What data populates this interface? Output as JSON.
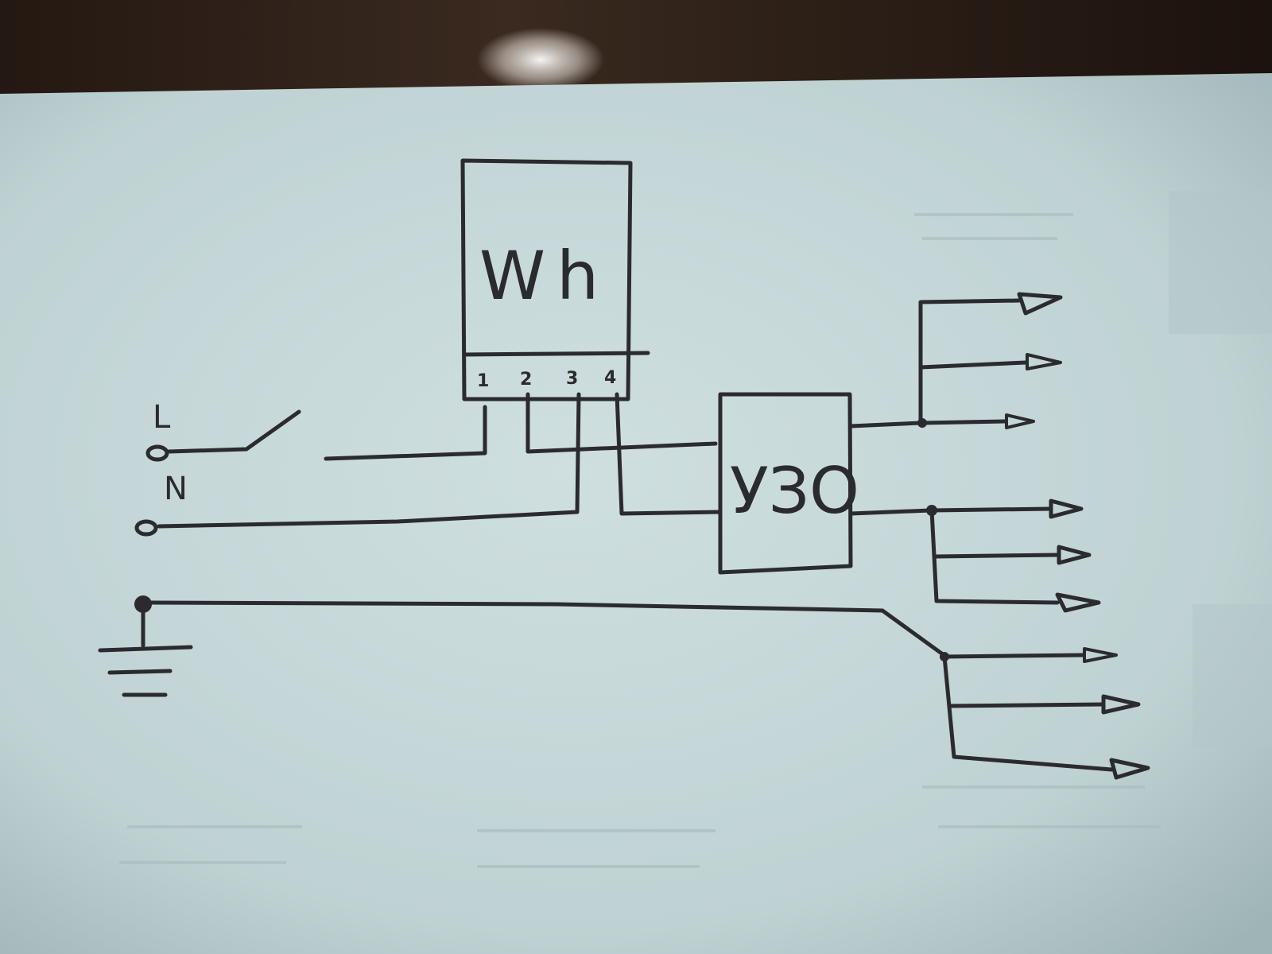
{
  "meter": {
    "label": "Wh",
    "terminals": [
      "1",
      "2",
      "3",
      "4"
    ]
  },
  "device": {
    "label": "УЗО"
  },
  "inputs": {
    "line": "L",
    "neutral": "N"
  },
  "colors": {
    "ink": "#2b2b2f",
    "paper": "#c9d9d9",
    "background": "#1a1410"
  },
  "icons": [
    "ground-icon",
    "switch-icon",
    "arrow-icon",
    "junction-dot-icon"
  ]
}
